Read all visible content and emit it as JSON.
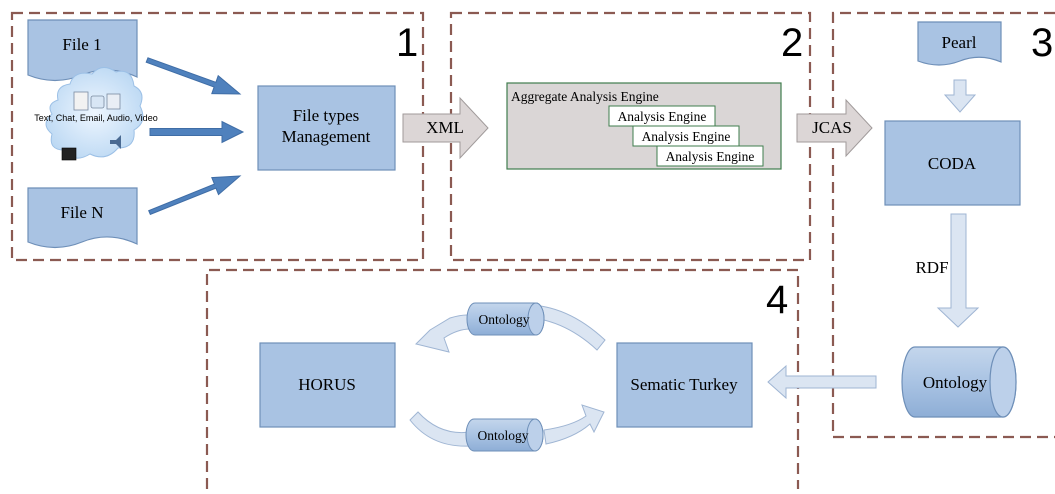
{
  "colors": {
    "box_fill": "#a9c3e3",
    "box_stroke": "#6e8fb8",
    "dash": "#8b5a52",
    "big_arrow": "#4f81bd",
    "flow_arrow_fill": "#dbe5f2",
    "xml_arrow_fill": "#dcd6d6",
    "engine_fill": "#dad6d6",
    "engine_border": "#3f7d4d"
  },
  "sections": [
    "1",
    "2",
    "3",
    "4"
  ],
  "section1": {
    "file1": "File 1",
    "fileN": "File N",
    "media_text": "Text, Chat, Email, Audio, Video",
    "management": [
      "File types",
      "Management"
    ]
  },
  "arrows": {
    "xml": "XML",
    "jcas": "JCAS",
    "rdf": "RDF"
  },
  "section2": {
    "aggregate": "Aggregate Analysis Engine",
    "engines": [
      "Analysis Engine",
      "Analysis Engine",
      "Analysis Engine"
    ]
  },
  "section3": {
    "pearl": "Pearl",
    "coda": "CODA",
    "ontology": "Ontology"
  },
  "section4": {
    "horus": "HORUS",
    "turkey": "Sematic Turkey",
    "ontology_top": "Ontology",
    "ontology_bottom": "Ontology"
  }
}
